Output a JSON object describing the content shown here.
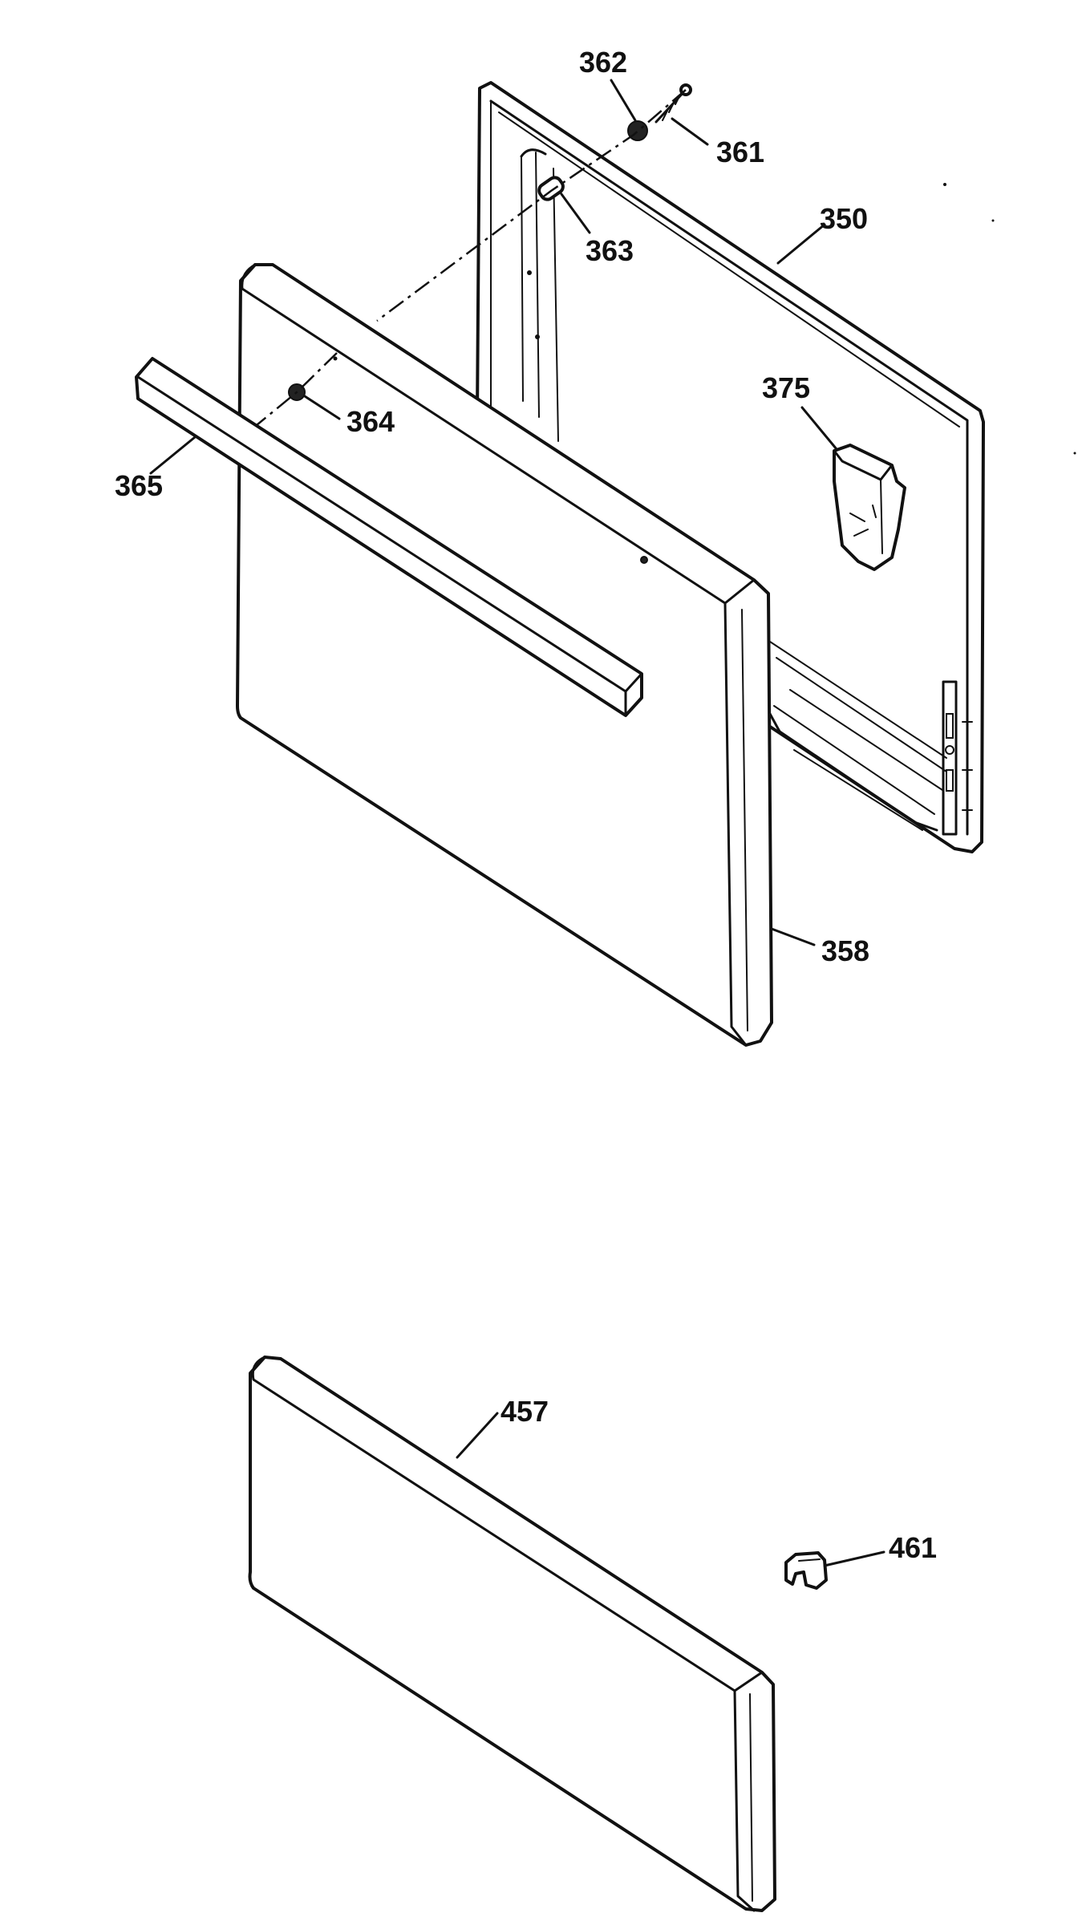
{
  "callouts": {
    "c362": "362",
    "c361": "361",
    "c363": "363",
    "c350": "350",
    "c375": "375",
    "c364": "364",
    "c365": "365",
    "c358": "358",
    "c457": "457",
    "c461": "461"
  }
}
